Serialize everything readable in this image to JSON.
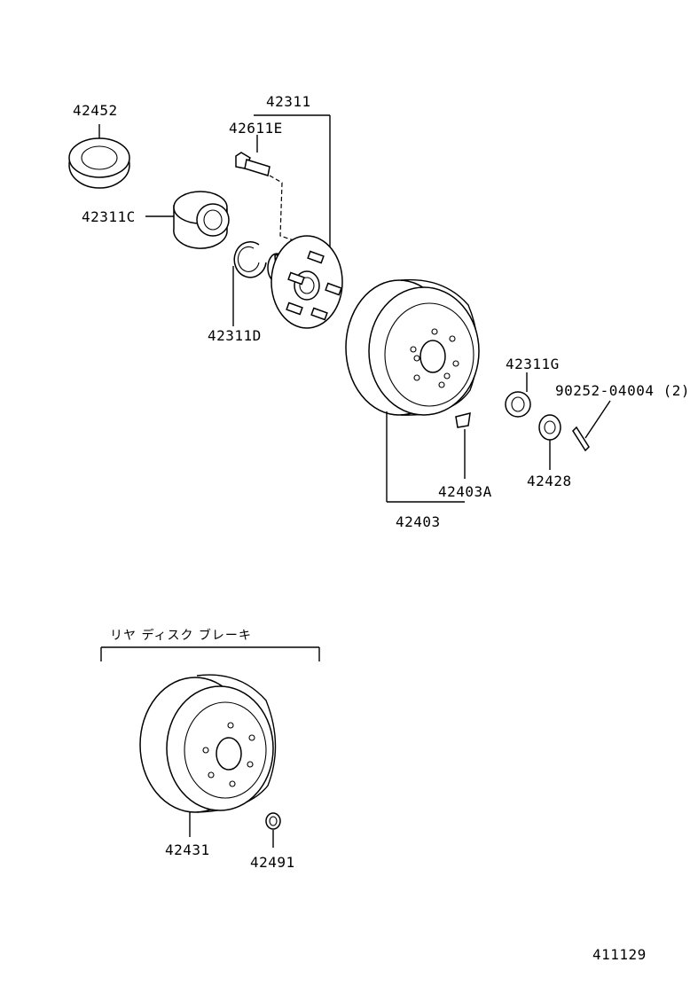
{
  "labels": {
    "p42452": "42452",
    "p42311": "42311",
    "p42611E": "42611E",
    "p42311C": "42311C",
    "p42311D": "42311D",
    "p42311G": "42311G",
    "p90252": "90252-04004 (2)",
    "p42428": "42428",
    "p42403A": "42403A",
    "p42403": "42403",
    "p42431": "42431",
    "p42491": "42491",
    "rear_disc_brake": "リヤ ディスク ブレーキ",
    "diagram_no": "411129"
  }
}
